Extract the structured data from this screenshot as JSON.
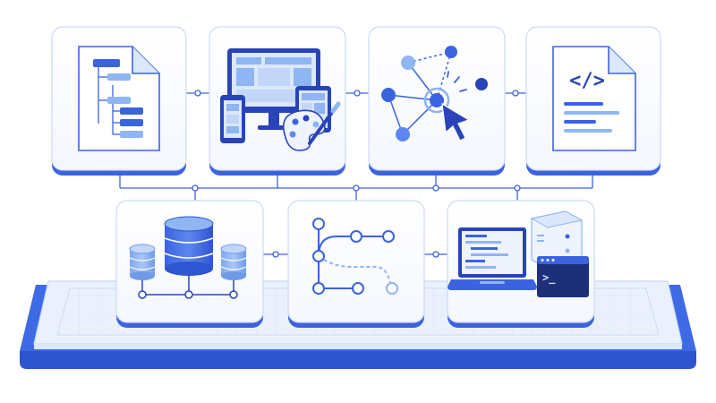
{
  "colors": {
    "background": "#ffffff",
    "primary": "#3b63e0",
    "primary_dark": "#2944b8",
    "accent_light": "#8fb5f2",
    "accent_pale": "#dbe7fb",
    "card_fill": "#ffffff",
    "card_border": "#cdd9f4",
    "platform_fill": "#eef3fd",
    "platform_edge": "#3f6ae6",
    "terminal_dark": "#1e2f7a"
  },
  "diagram": {
    "top_row": [
      {
        "id": "document-structure",
        "icon": "document-tree-icon"
      },
      {
        "id": "responsive-design",
        "icon": "devices-palette-icon"
      },
      {
        "id": "interaction-network",
        "icon": "network-cursor-icon"
      },
      {
        "id": "source-code",
        "icon": "code-document-icon"
      }
    ],
    "bottom_row": [
      {
        "id": "data-storage",
        "icon": "database-cylinders-icon"
      },
      {
        "id": "version-control",
        "icon": "git-branch-icon"
      },
      {
        "id": "deployment",
        "icon": "laptop-server-terminal-icon"
      }
    ],
    "code_glyph": "</>",
    "terminal_prompt": ">_"
  }
}
